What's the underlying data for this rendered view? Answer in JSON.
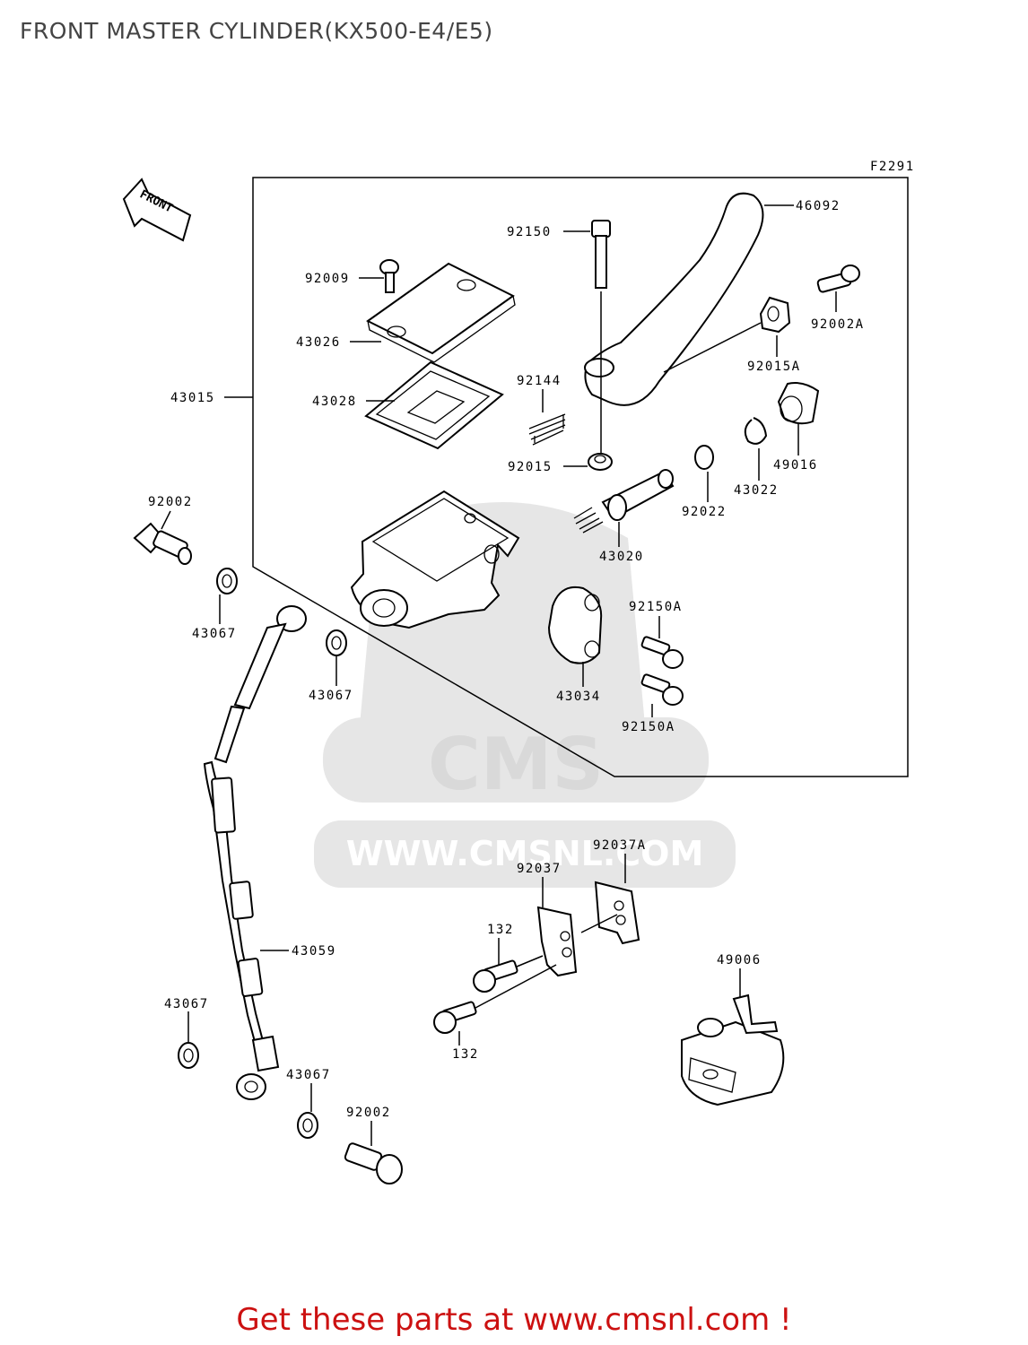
{
  "page_title": "FRONT MASTER CYLINDER(KX500-E4/E5)",
  "diagram_code": "F2291",
  "front_arrow_text": "FRONT",
  "watermark": {
    "logo_text": "CMS",
    "url_text": "WWW.CMSNL.COM"
  },
  "footer_link": "Get these parts at www.cmsnl.com !",
  "callouts": {
    "c46092": "46092",
    "c92150": "92150",
    "c92009": "92009",
    "c92002A": "92002A",
    "c43026": "43026",
    "c92015A": "92015A",
    "c92144": "92144",
    "c43015": "43015",
    "c43028": "43028",
    "c49016": "49016",
    "c92015": "92015",
    "c43022": "43022",
    "c92022": "92022",
    "c92002_top": "92002",
    "c43020": "43020",
    "c92150A_1": "92150A",
    "c43067_1": "43067",
    "c43067_2": "43067",
    "c43034": "43034",
    "c92150A_2": "92150A",
    "c92037A": "92037A",
    "c92037": "92037",
    "c43059": "43059",
    "c132_1": "132",
    "c49006": "49006",
    "c43067_3": "43067",
    "c132_2": "132",
    "c43067_4": "43067",
    "c92002_bottom": "92002"
  }
}
